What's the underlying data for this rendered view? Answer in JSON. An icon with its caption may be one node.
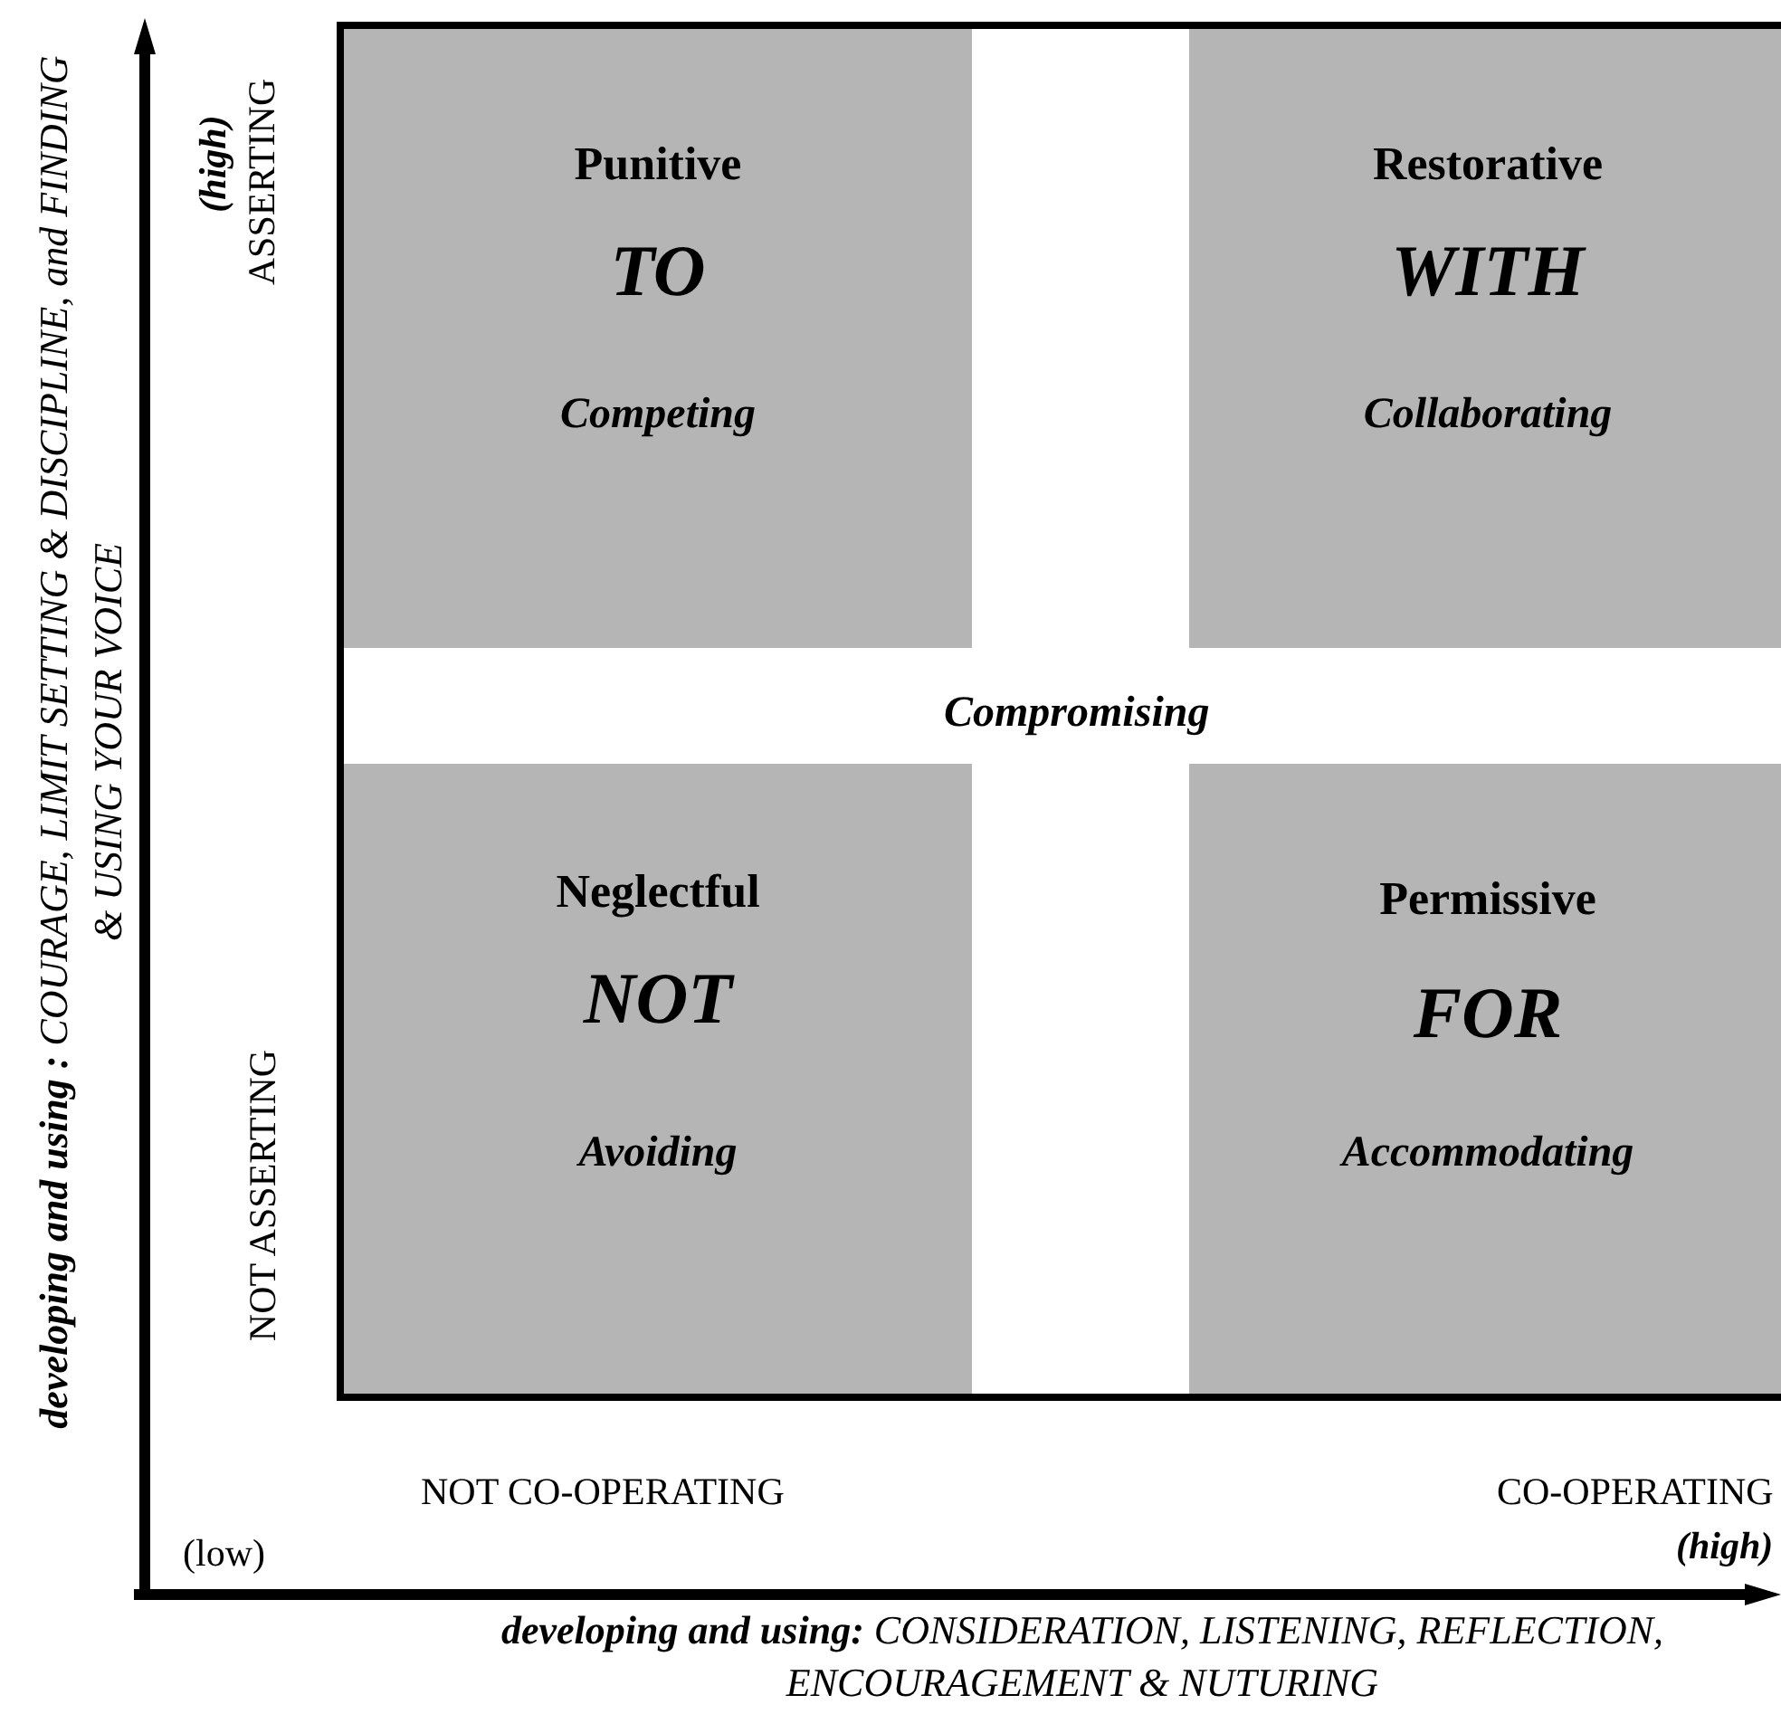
{
  "diagram": {
    "nodes": [
      {
        "text": [
          "Punitive",
          "TO",
          "Competing"
        ]
      },
      {
        "text": [
          "Restorative",
          "WITH",
          "Collaborating"
        ]
      },
      {
        "text": [
          "Neglectful",
          "NOT",
          "Avoiding"
        ]
      },
      {
        "text": [
          "Permissive",
          "FOR",
          "Accommodating"
        ]
      }
    ],
    "edges": [],
    "labels": [
      "**developing  and using :** COURAGE, LIMIT SETTING & DISCIPLINE, and FINDING & USING YOUR VOICE",
      "(high)",
      "ASSERTING",
      "NOT ASSERTING",
      "Compromising",
      "NOT CO-OPERATING",
      "CO-OPERATING",
      "(low)",
      "(high)",
      "**developing and using:** CONSIDERATION, LISTENING, REFLECTION, ENCOURAGEMENT & NUTURING"
    ]
  }
}
